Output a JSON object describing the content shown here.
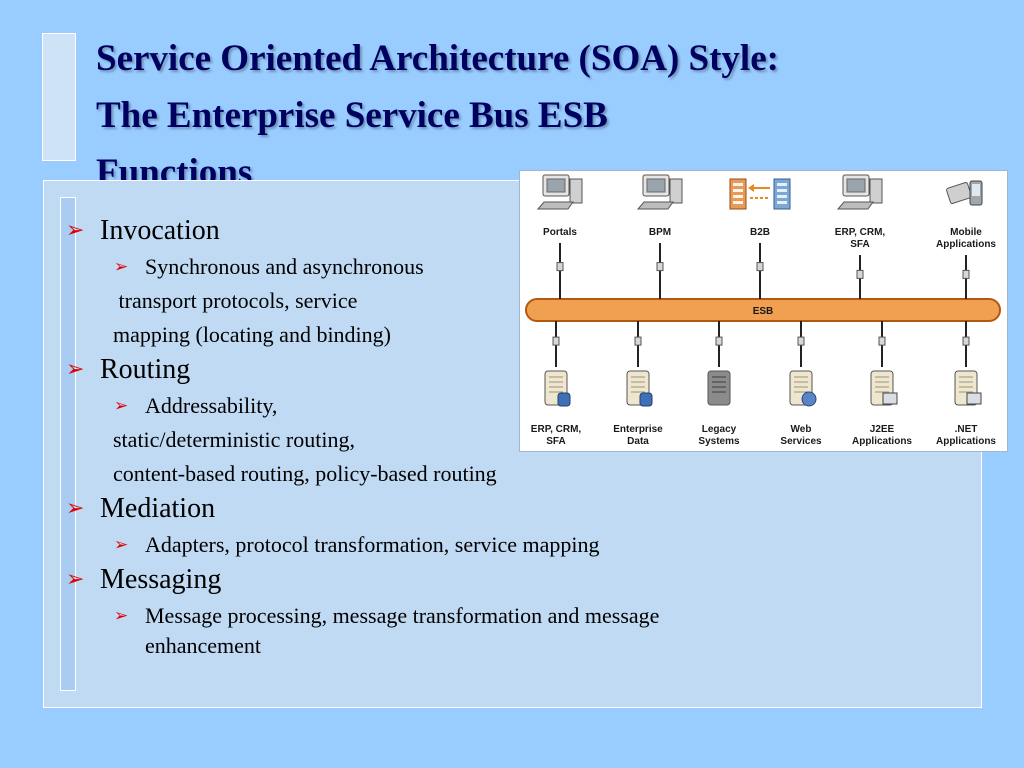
{
  "title": {
    "lines": [
      "Service Oriented Architecture (SOA) Style:",
      "The Enterprise Service Bus ESB",
      "Functions"
    ]
  },
  "bullets": {
    "invocation": {
      "label": "Invocation",
      "sub1": "Synchronous and asynchronous",
      "cont1": " transport protocols, service",
      "cont2": "mapping (locating and binding)"
    },
    "routing": {
      "label": "Routing",
      "sub1": "Addressability,",
      "cont1": "static/deterministic routing,",
      "cont2": "content-based routing, policy-based routing"
    },
    "mediation": {
      "label": "Mediation",
      "sub1": "Adapters, protocol transformation, service mapping"
    },
    "messaging": {
      "label": "Messaging",
      "sub1": "Message processing, message transformation and message",
      "cont1": "enhancement"
    }
  },
  "diagram": {
    "bus_label": "ESB",
    "top_nodes": [
      {
        "lines": [
          "Portals"
        ],
        "icon": "computer-icon"
      },
      {
        "lines": [
          "BPM"
        ],
        "icon": "computer-icon"
      },
      {
        "lines": [
          "B2B"
        ],
        "icon": "buildings-icon"
      },
      {
        "lines": [
          "ERP, CRM,",
          "SFA"
        ],
        "icon": "computer-icon"
      },
      {
        "lines": [
          "Mobile",
          "Applications"
        ],
        "icon": "mobile-devices-icon"
      }
    ],
    "bottom_nodes": [
      {
        "lines": [
          "ERP, CRM,",
          "SFA"
        ],
        "icon": "server-database-icon"
      },
      {
        "lines": [
          "Enterprise",
          "Data"
        ],
        "icon": "server-database-icon"
      },
      {
        "lines": [
          "Legacy",
          "Systems"
        ],
        "icon": "mainframe-icon"
      },
      {
        "lines": [
          "Web",
          "Services"
        ],
        "icon": "server-globe-icon"
      },
      {
        "lines": [
          "J2EE",
          "Applications"
        ],
        "icon": "server-app-icon"
      },
      {
        "lines": [
          ".NET",
          "Applications"
        ],
        "icon": "server-app-icon"
      }
    ],
    "colors": {
      "bus": "#f0a050",
      "bus_edge": "#b05a10",
      "b2b_arrow": "#e8891f"
    }
  }
}
